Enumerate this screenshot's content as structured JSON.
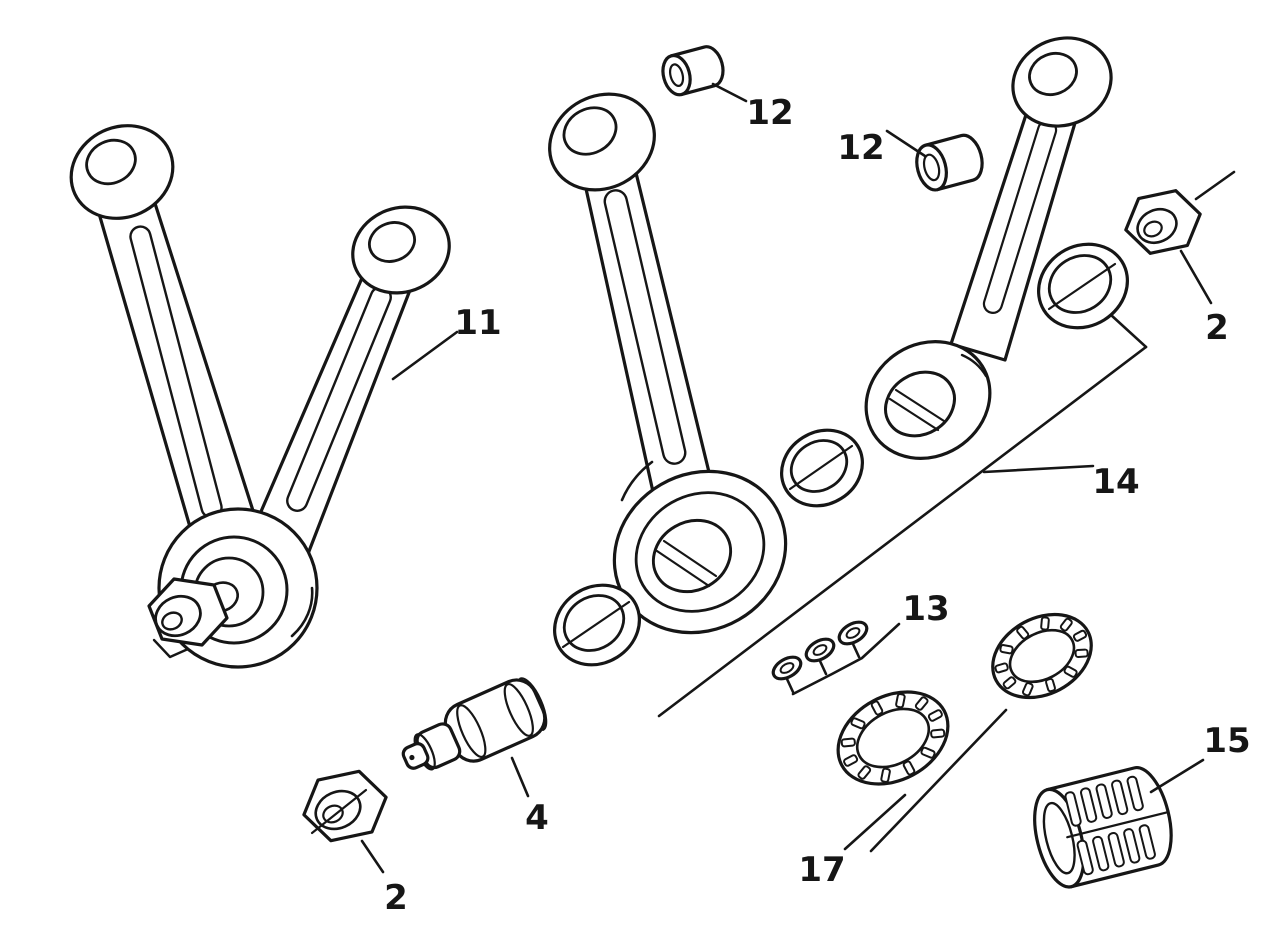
{
  "figure": {
    "background": "#ffffff",
    "ink": "#161616",
    "kind": "exploded-parts-diagram"
  },
  "callouts": [
    {
      "id": "12-top",
      "text": "12",
      "target": "small-end-bushing"
    },
    {
      "id": "12-right",
      "text": "12",
      "target": "small-end-bushing"
    },
    {
      "id": "2-right",
      "text": "2",
      "target": "hex-nut"
    },
    {
      "id": "11",
      "text": "11",
      "target": "connecting-rod-pair"
    },
    {
      "id": "14",
      "text": "14",
      "target": "big-end-washers"
    },
    {
      "id": "13",
      "text": "13",
      "target": "roller-pins"
    },
    {
      "id": "4",
      "text": "4",
      "target": "crank-pin"
    },
    {
      "id": "2-bottom",
      "text": "2",
      "target": "hex-nut"
    },
    {
      "id": "17",
      "text": "17",
      "target": "needle-bearing-cages"
    },
    {
      "id": "15",
      "text": "15",
      "target": "needle-bearing-cage"
    }
  ]
}
